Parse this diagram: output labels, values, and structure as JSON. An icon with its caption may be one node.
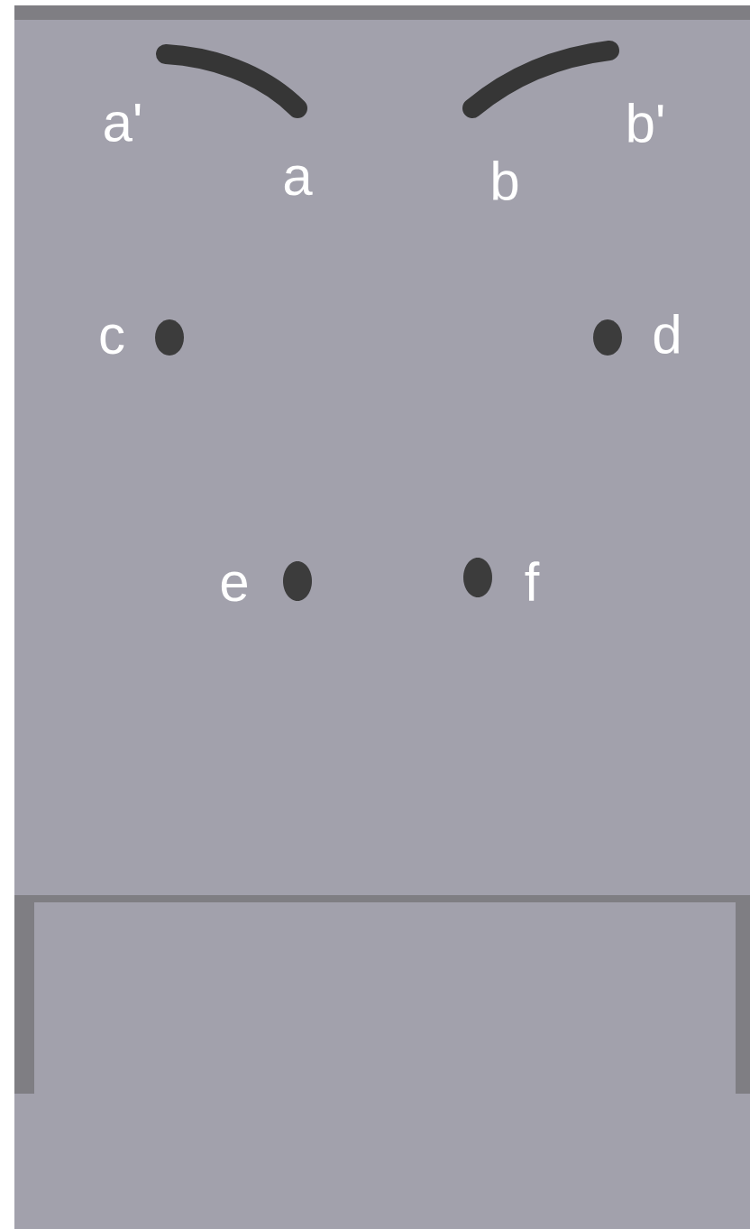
{
  "diagram": {
    "labels": [
      "a'",
      "a",
      "b",
      "b'",
      "c",
      "d",
      "e",
      "f"
    ]
  }
}
